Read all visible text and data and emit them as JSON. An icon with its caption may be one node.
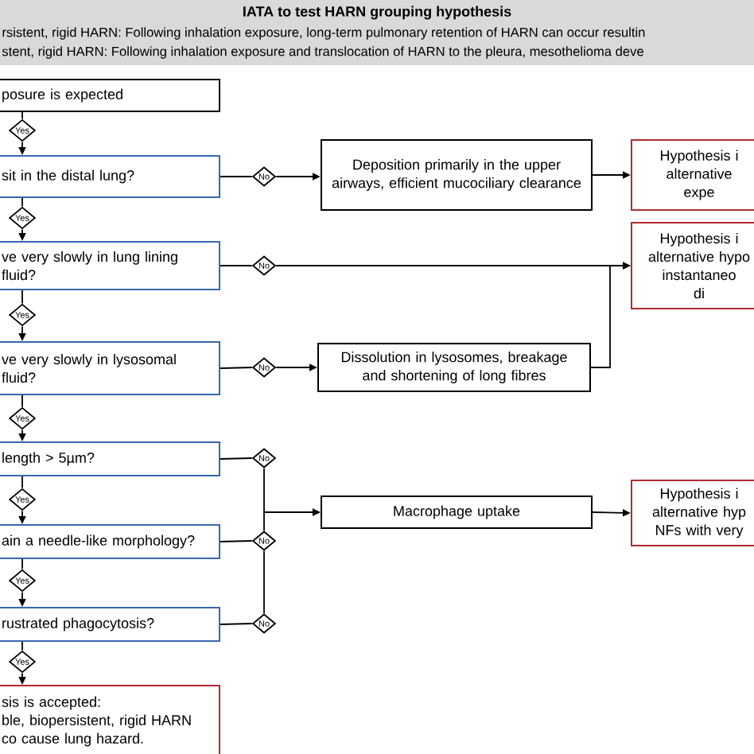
{
  "diagram": {
    "title": "IATA to test HARN grouping hypothesis",
    "nodes": [
      {
        "text": [
          "posure is expected"
        ]
      },
      {
        "text": [
          "Yes"
        ]
      },
      {
        "text": [
          "sit in the distal lung?"
        ]
      },
      {
        "text": [
          "No"
        ]
      },
      {
        "text": [
          "Deposition primarily in the upper airways, efficient mucociliary clearance"
        ]
      },
      {
        "text": [
          "Hypothesis i",
          "alternative",
          "expe"
        ]
      },
      {
        "text": [
          "Yes"
        ]
      },
      {
        "text": [
          "ve very slowly in lung lining fluid?"
        ]
      },
      {
        "text": [
          "No"
        ]
      },
      {
        "text": [
          "Hypothesis i",
          "alternative hypo",
          "instantaneo",
          "di"
        ]
      },
      {
        "text": [
          "Yes"
        ]
      },
      {
        "text": [
          "ve very slowly in lysosomal fluid?"
        ]
      },
      {
        "text": [
          "No"
        ]
      },
      {
        "text": [
          "Dissolution in lysosomes, breakage and shortening of long fibres"
        ]
      },
      {
        "text": [
          "Yes"
        ]
      },
      {
        "text": [
          "length > 5µm?"
        ]
      },
      {
        "text": [
          "No"
        ]
      },
      {
        "text": [
          "Yes"
        ]
      },
      {
        "text": [
          "ain a needle-like morphology?"
        ]
      },
      {
        "text": [
          "No"
        ]
      },
      {
        "text": [
          "Macrophage uptake"
        ]
      },
      {
        "text": [
          "Hypothesis i",
          "alternative hyp",
          "NFs with very"
        ]
      },
      {
        "text": [
          "Yes"
        ]
      },
      {
        "text": [
          "rustrated phagocytosis?"
        ]
      },
      {
        "text": [
          "No"
        ]
      },
      {
        "text": [
          "Yes"
        ]
      },
      {
        "text": [
          "sis is accepted:",
          "ble, biopersistent, rigid HARN",
          "co cause lung hazard."
        ]
      }
    ],
    "edges": [
      {
        "from": 0,
        "to": 1,
        "arrow": "none"
      },
      {
        "from": 1,
        "to": 2,
        "arrow": "to"
      },
      {
        "from": 2,
        "to": 3,
        "arrow": "none"
      },
      {
        "from": 3,
        "to": 4,
        "arrow": "to"
      },
      {
        "from": 4,
        "to": 5,
        "arrow": "to"
      },
      {
        "from": 2,
        "to": 6,
        "arrow": "none"
      },
      {
        "from": 6,
        "to": 7,
        "arrow": "to"
      },
      {
        "from": 7,
        "to": 8,
        "arrow": "none"
      },
      {
        "from": 8,
        "to": 9,
        "arrow": "to"
      },
      {
        "from": 13,
        "to": 9,
        "arrow": "to"
      },
      {
        "from": 7,
        "to": 10,
        "arrow": "none"
      },
      {
        "from": 10,
        "to": 11,
        "arrow": "to"
      },
      {
        "from": 11,
        "to": 12,
        "arrow": "none"
      },
      {
        "from": 12,
        "to": 13,
        "arrow": "to"
      },
      {
        "from": 11,
        "to": 14,
        "arrow": "none"
      },
      {
        "from": 14,
        "to": 15,
        "arrow": "to"
      },
      {
        "from": 15,
        "to": 16,
        "arrow": "none"
      },
      {
        "from": 16,
        "to": 20,
        "arrow": "to"
      },
      {
        "from": 15,
        "to": 17,
        "arrow": "none"
      },
      {
        "from": 17,
        "to": 18,
        "arrow": "to"
      },
      {
        "from": 18,
        "to": 19,
        "arrow": "none"
      },
      {
        "from": 19,
        "to": 20,
        "arrow": "to"
      },
      {
        "from": 24,
        "to": 19,
        "arrow": "none"
      },
      {
        "from": 20,
        "to": 21,
        "arrow": "to"
      },
      {
        "from": 18,
        "to": 22,
        "arrow": "none"
      },
      {
        "from": 22,
        "to": 23,
        "arrow": "to"
      },
      {
        "from": 23,
        "to": 24,
        "arrow": "none"
      },
      {
        "from": 23,
        "to": 25,
        "arrow": "none"
      },
      {
        "from": 25,
        "to": 26,
        "arrow": "to"
      }
    ],
    "labels": [
      "rsistent, rigid HARN: Following inhalation exposure, long-term pulmonary retention of HARN can occur resultin",
      "stent, rigid HARN: Following inhalation exposure and translocation of HARN to the pleura, mesothelioma deve"
    ]
  }
}
